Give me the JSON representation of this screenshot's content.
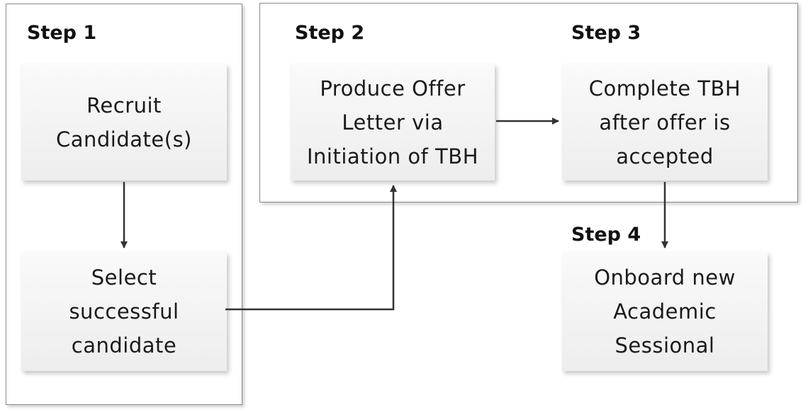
{
  "diagram": {
    "steps": {
      "step1": "Step 1",
      "step2": "Step 2",
      "step3": "Step 3",
      "step4": "Step 4"
    },
    "nodes": {
      "recruit": "Recruit\nCandidate(s)",
      "select": "Select\nsuccessful\ncandidate",
      "offer": "Produce Offer\nLetter via\nInitiation of TBH",
      "complete": "Complete TBH\nafter offer is\naccepted",
      "onboard": "Onboard new\nAcademic\nSessional"
    },
    "colors": {
      "line": "#333333",
      "border": "#8a8a8a"
    }
  }
}
